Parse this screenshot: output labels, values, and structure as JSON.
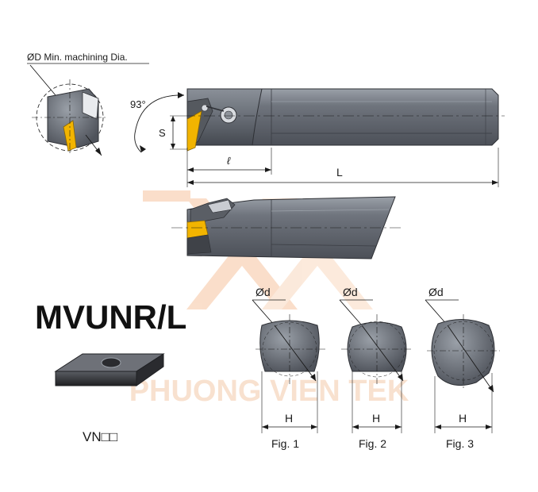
{
  "diagram": {
    "min_dia_label": "ØD Min. machining Dia.",
    "angle_label": "93°",
    "s_label": "S",
    "l_small_label": "ℓ",
    "l_label": "L",
    "model_title": "MVUNR/L",
    "insert_code": "VN□□",
    "watermark": "PHUONG VIEN TEK",
    "figures": [
      {
        "caption": "Fig. 1",
        "d_label": "Ød",
        "h_label": "H"
      },
      {
        "caption": "Fig. 2",
        "d_label": "Ød",
        "h_label": "H"
      },
      {
        "caption": "Fig. 3",
        "d_label": "Ød",
        "h_label": "H"
      }
    ],
    "colors": {
      "steel": "#6b7079",
      "steel_dark": "#4a4e56",
      "steel_light": "#8f949c",
      "insert_gold": "#f2b400",
      "watermark": "#f4c9a8",
      "line": "#1a1a1a"
    }
  }
}
